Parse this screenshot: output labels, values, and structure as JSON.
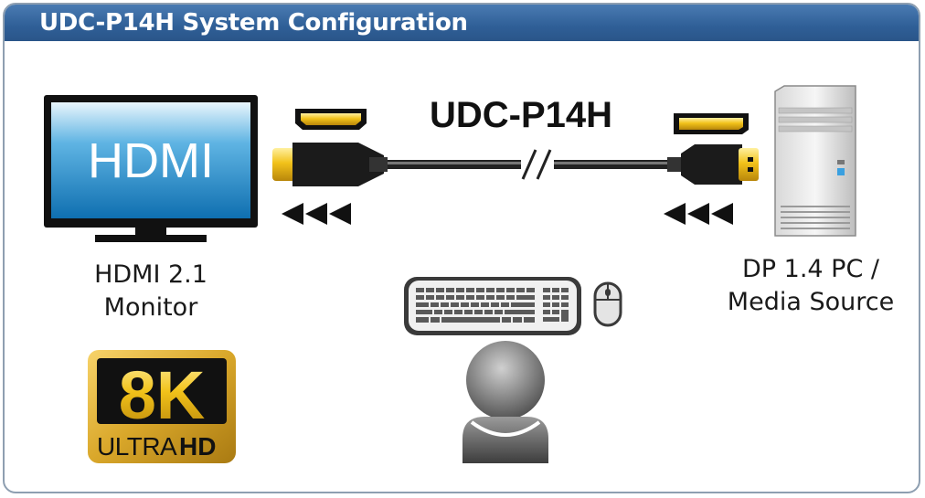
{
  "header": {
    "title": "UDC-P14H System Configuration"
  },
  "cable": {
    "name": "UDC-P14H"
  },
  "monitor": {
    "screen_text": "HDMI",
    "label_line1": "HDMI 2.1",
    "label_line2": "Monitor"
  },
  "source": {
    "label_line1": "DP 1.4 PC /",
    "label_line2": "Media Source"
  },
  "badge": {
    "big": "8K",
    "ultra": "ULTRA",
    "hd": "HD"
  },
  "colors": {
    "header": "#2f5f97",
    "frame_border": "#8e9fb1",
    "gold": "#f2c21a",
    "screen_blue": "#1f86c7",
    "connector_black": "#1b1b1b"
  },
  "icons": {
    "monitor": "hdmi-monitor-icon",
    "pc": "pc-tower-icon",
    "keyboard": "keyboard-icon",
    "mouse": "mouse-icon",
    "user": "user-icon",
    "hdmi_connector": "hdmi-connector-icon",
    "dp_connector": "displayport-connector-icon",
    "signal_direction": "left-arrows-icon"
  }
}
